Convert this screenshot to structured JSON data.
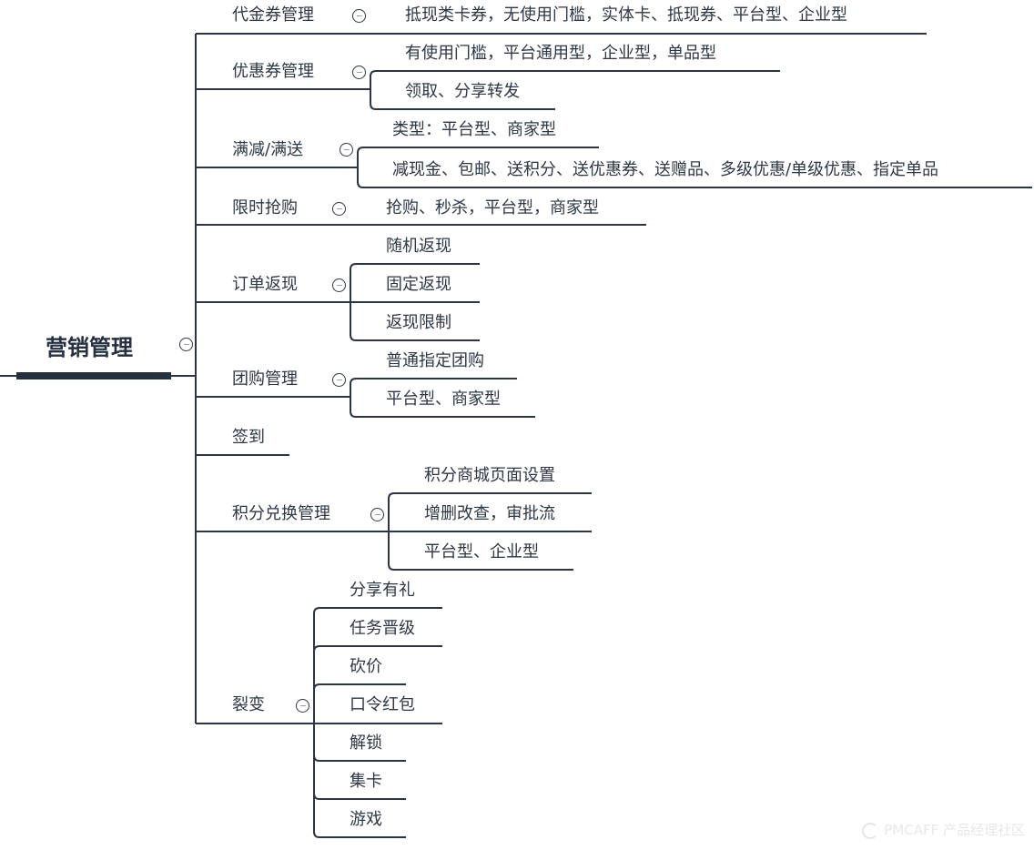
{
  "root": {
    "label": "营销管理"
  },
  "branches": [
    {
      "label": "代金券管理",
      "children": [
        "抵现类卡券，无使用门槛，实体卡、抵现券、平台型、企业型"
      ]
    },
    {
      "label": "优惠券管理",
      "children": [
        "有使用门槛，平台通用型，企业型，单品型",
        "领取、分享转发"
      ]
    },
    {
      "label": "满减/满送",
      "children": [
        "类型：平台型、商家型",
        "减现金、包邮、送积分、送优惠券、送赠品、多级优惠/单级优惠、指定单品"
      ]
    },
    {
      "label": "限时抢购",
      "children": [
        "抢购、秒杀，平台型，商家型"
      ]
    },
    {
      "label": "订单返现",
      "children": [
        "随机返现",
        "固定返现",
        "返现限制"
      ]
    },
    {
      "label": "团购管理",
      "children": [
        "普通指定团购",
        "平台型、商家型"
      ]
    },
    {
      "label": "签到",
      "children": []
    },
    {
      "label": "积分兑换管理",
      "children": [
        "积分商城页面设置",
        "增删改查，审批流",
        "平台型、企业型"
      ]
    },
    {
      "label": "裂变",
      "children": [
        "分享有礼",
        "任务晋级",
        "砍价",
        "口令红包",
        "解锁",
        "集卡",
        "游戏"
      ]
    }
  ],
  "icons": {
    "collapse": "minus-circle-icon"
  },
  "colors": {
    "line": "#2b3544",
    "text": "#2e3746",
    "root_bar": "#253040"
  },
  "watermark": {
    "text": "PMCAFF 产品经理社区"
  }
}
